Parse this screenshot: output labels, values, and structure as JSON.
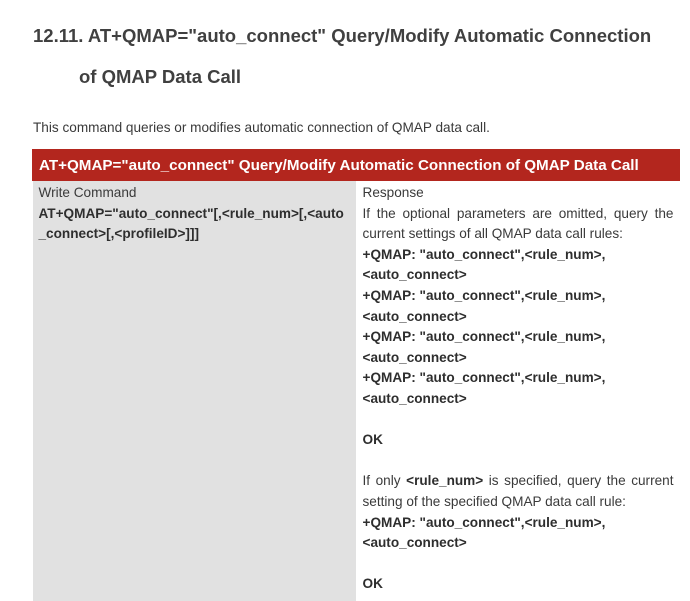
{
  "heading": {
    "line1": "12.11. AT+QMAP=\"auto_connect\"  Query/Modify Automatic Connection",
    "line2": "of QMAP Data Call"
  },
  "intro": "This command queries or modifies automatic connection of QMAP data call.",
  "table": {
    "header": "AT+QMAP=\"auto_connect\"  Query/Modify Automatic Connection of QMAP Data Call",
    "left": {
      "label": "Write Command",
      "syntax": "AT+QMAP=\"auto_connect\"[,<rule_num>[,<auto_connect>[,<profileID>]]]"
    },
    "right": {
      "label": "Response",
      "para1": "If the optional parameters are omitted, query the current settings of all QMAP data call rules:",
      "responses": [
        "+QMAP: \"auto_connect\",<rule_num>,<auto_connect>",
        "+QMAP: \"auto_connect\",<rule_num>,<auto_connect>",
        "+QMAP: \"auto_connect\",<rule_num>,<auto_connect>",
        "+QMAP: \"auto_connect\",<rule_num>,<auto_connect>"
      ],
      "ok1": "OK",
      "para2_prefix": "If only ",
      "para2_param": "<rule_num>",
      "para2_suffix": " is specified, query the current setting of the specified QMAP data call rule:",
      "response_single": "+QMAP: \"auto_connect\",<rule_num>,<auto_connect>",
      "ok2": "OK"
    }
  }
}
